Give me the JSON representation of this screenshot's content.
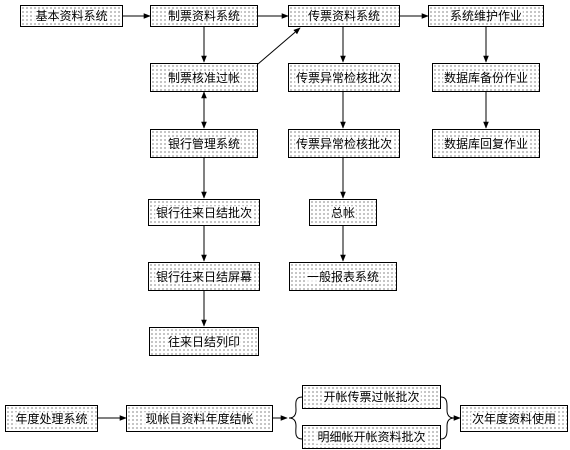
{
  "nodes": {
    "basic_data_system": "基本资料系统",
    "invoice_system": "制票资料系统",
    "voucher_system": "传票资料系统",
    "system_maintenance": "系统维护作业",
    "invoice_approve_post": "制票核准过帐",
    "voucher_exception_check_1": "传票异常检核批次",
    "db_backup": "数据库备份作业",
    "bank_management": "银行管理系统",
    "voucher_exception_check_2": "传票异常检核批次",
    "db_restore": "数据库回复作业",
    "bank_daily_batch": "银行往来日结批次",
    "general_ledger": "总帐",
    "bank_daily_screen": "银行往来日结屏幕",
    "general_report": "一般报表系统",
    "daily_print": "往来日结列印",
    "year_end_system": "年度处理系统",
    "current_year_close": "现帐目资料年度结帐",
    "open_voucher_post_batch": "开帐传票过帐批次",
    "detail_open_batch": "明细帐开帐资料批次",
    "next_year_use": "次年度资料使用"
  }
}
